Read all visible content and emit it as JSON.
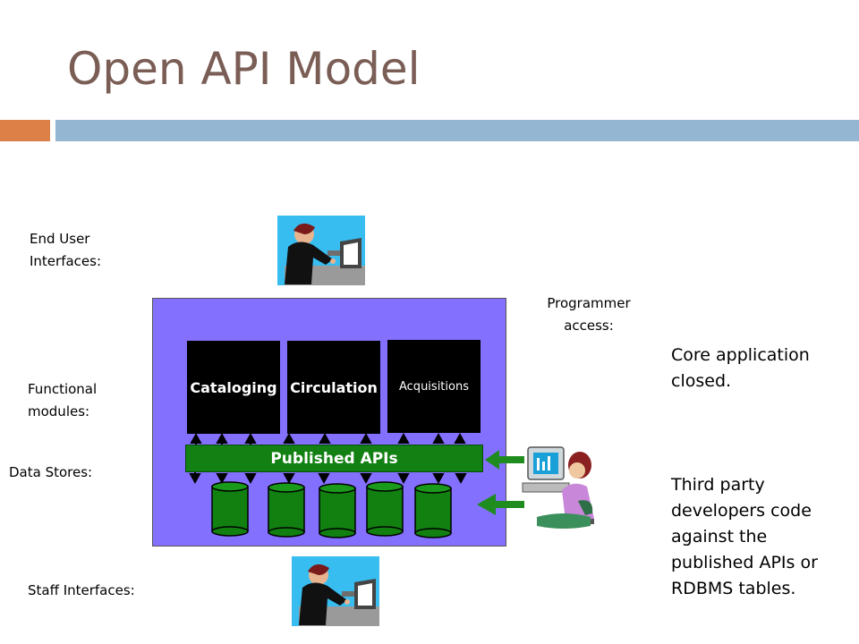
{
  "slide": {
    "title": "Open API Model"
  },
  "labels": {
    "end_user_line1": "End User",
    "end_user_line2": "Interfaces:",
    "functional_line1": "Functional",
    "functional_line2": "modules:",
    "data_stores": "Data Stores:",
    "staff_interfaces": "Staff Interfaces:",
    "programmer_line1": "Programmer",
    "programmer_line2": "access:"
  },
  "modules": [
    {
      "label": "Cataloging"
    },
    {
      "label": "Circulation"
    },
    {
      "label": "Acquisitions"
    }
  ],
  "apis": {
    "label": "Published APIs"
  },
  "side_text": {
    "para1": "Core application closed.",
    "para2": "Third party developers code against the published APIs or RDBMS tables."
  },
  "colors": {
    "title": "#7a5d55",
    "accent_orange": "#dd8047",
    "accent_blue": "#94b6d2",
    "core_box": "#8470ff",
    "api_bar": "#128012",
    "arrow_green": "#1e8c1e"
  }
}
